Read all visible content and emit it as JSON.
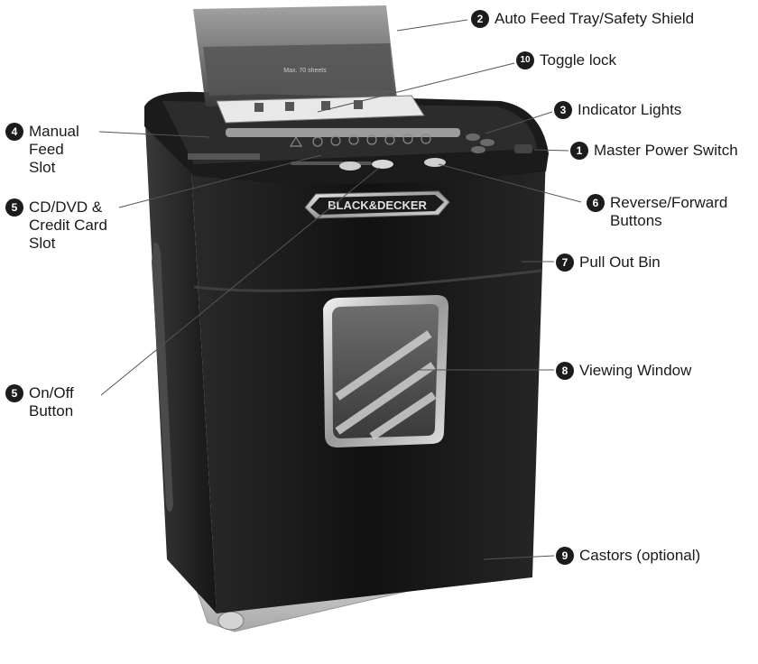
{
  "brand": "BLACK&DECKER",
  "tray_label": "Max. 70 sheets",
  "callouts": [
    {
      "number": "2",
      "label": "Auto Feed Tray/Safety Shield"
    },
    {
      "number": "10",
      "label": "Toggle lock"
    },
    {
      "number": "3",
      "label": "Indicator Lights"
    },
    {
      "number": "4",
      "label": "Manual Feed Slot",
      "lines": [
        "Manual",
        "Feed",
        "Slot"
      ]
    },
    {
      "number": "1",
      "label": "Master Power Switch"
    },
    {
      "number": "5",
      "label": "CD/DVD & Credit Card Slot",
      "lines": [
        "CD/DVD &",
        "Credit Card",
        "Slot"
      ]
    },
    {
      "number": "6",
      "label": "Reverse/Forward Buttons",
      "lines": [
        "Reverse/Forward",
        "Buttons"
      ]
    },
    {
      "number": "7",
      "label": "Pull Out Bin"
    },
    {
      "number": "8",
      "label": "Viewing Window"
    },
    {
      "number": "5",
      "label": "On/Off Button",
      "lines": [
        "On/Off",
        "Button"
      ]
    },
    {
      "number": "9",
      "label": "Castors (optional)"
    }
  ]
}
